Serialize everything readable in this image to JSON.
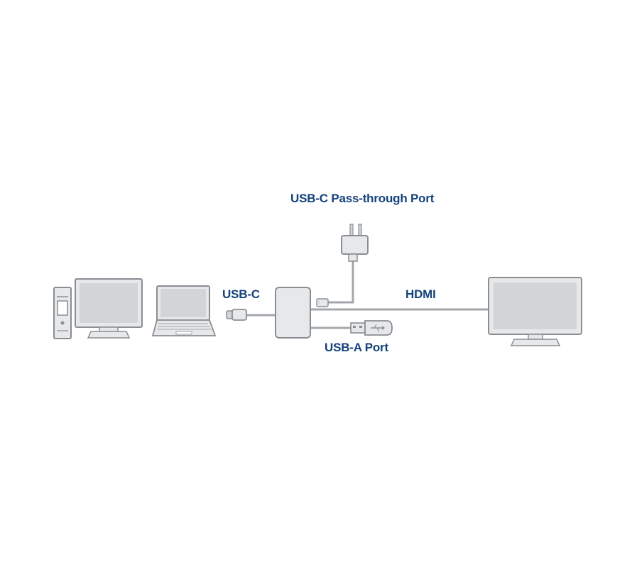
{
  "diagram": {
    "labels": {
      "passthrough": "USB-C Pass-through Port",
      "usbc": "USB-C",
      "hdmi": "HDMI",
      "usba": "USB-A Port"
    },
    "colors": {
      "label": "#14427a",
      "device_fill": "#e6e8ea",
      "device_stroke": "#8a8e93",
      "screen_fill": "#d2d5d8",
      "cable": "#a3a7ab"
    },
    "icons": [
      "desktop-tower-icon",
      "desktop-monitor-icon",
      "laptop-icon",
      "usb-c-plug-icon",
      "adapter-hub-icon",
      "power-adapter-icon",
      "usb-a-flash-drive-icon",
      "hdmi-monitor-icon"
    ]
  }
}
